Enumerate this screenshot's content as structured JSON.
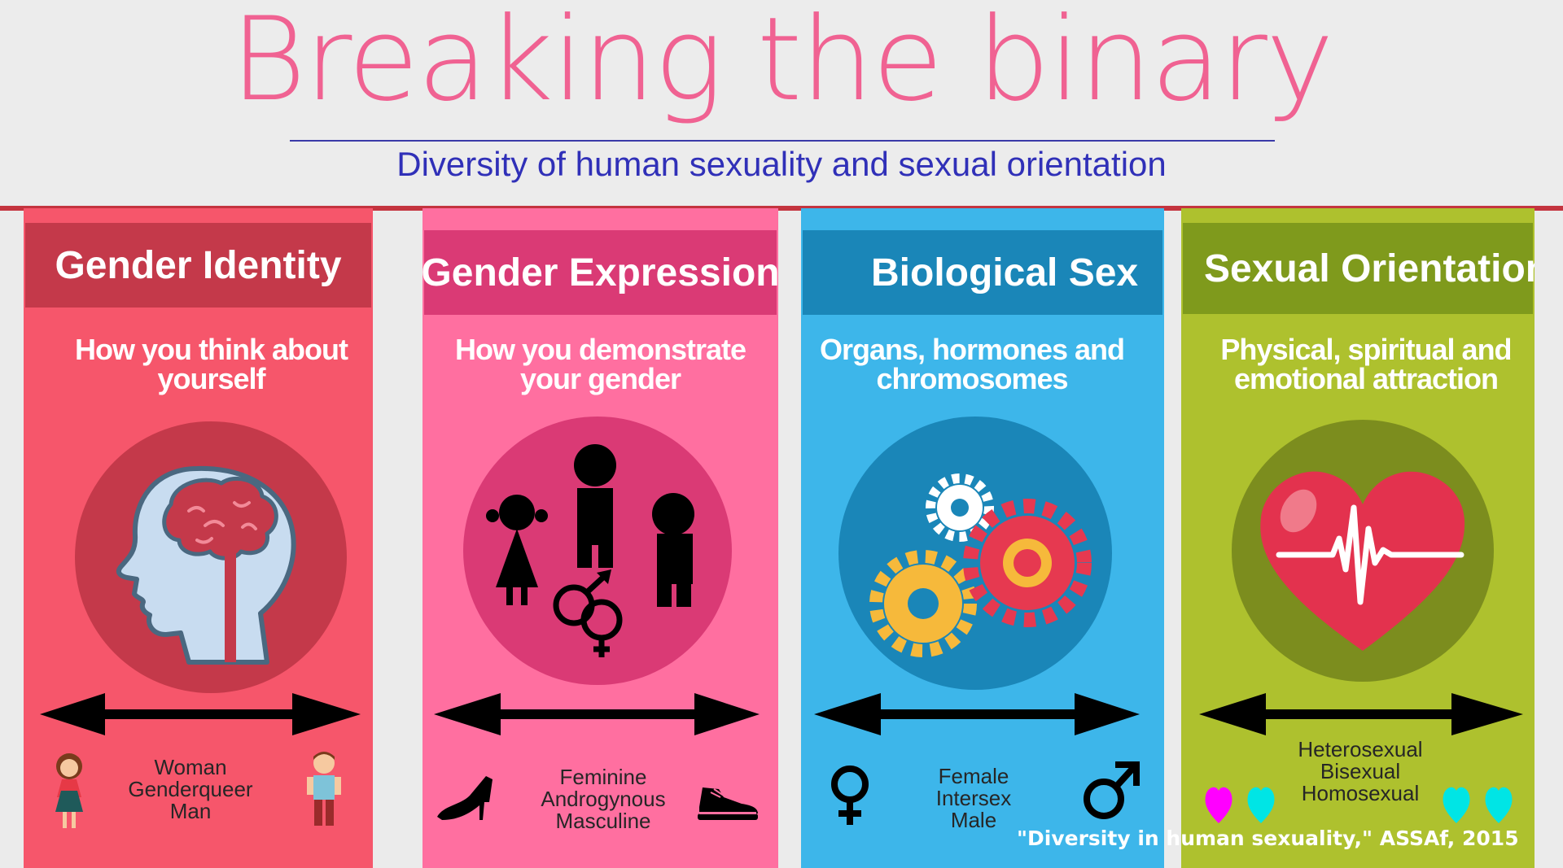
{
  "title": "Breaking the binary",
  "subtitle": "Diversity of human sexuality and sexual orientation",
  "columns": [
    {
      "heading": "Gender Identity",
      "description": "How you think about yourself",
      "icon": "head-brain-icon",
      "spectrum": [
        "Woman",
        "Genderqueer",
        "Man"
      ],
      "left_icon": "girl-icon",
      "right_icon": "boy-icon",
      "colors": {
        "bg": "#f6566b",
        "header": "#c4394a",
        "circle": "#c4394a"
      }
    },
    {
      "heading": "Gender Expression",
      "description": "How you demonstrate your gender",
      "icon": "people-gender-icon",
      "spectrum": [
        "Feminine",
        "Androgynous",
        "Masculine"
      ],
      "left_icon": "high-heel-icon",
      "right_icon": "sneaker-icon",
      "colors": {
        "bg": "#ff6fa0",
        "header": "#da3a75",
        "circle": "#da3a75"
      }
    },
    {
      "heading": "Biological Sex",
      "description": "Organs, hormones and chromosomes",
      "icon": "gears-icon",
      "spectrum": [
        "Female",
        "Intersex",
        "Male"
      ],
      "left_icon": "female-symbol-icon",
      "right_icon": "male-symbol-icon",
      "colors": {
        "bg": "#3db6ea",
        "header": "#1a86b8",
        "circle": "#1a86b8"
      }
    },
    {
      "heading": "Sexual Orientation",
      "description": "Physical, spiritual and emotional attraction",
      "icon": "heart-heartbeat-icon",
      "spectrum": [
        "Heterosexual",
        "Bisexual",
        "Homosexual"
      ],
      "left_icon": "hearts-magenta-cyan-icon",
      "right_icon": "hearts-cyan-icon",
      "colors": {
        "bg": "#aec12e",
        "header": "#7f9a1c",
        "circle": "#7c8d1e"
      }
    }
  ],
  "citation": "\"Diversity in human sexuality,\" ASSAf, 2015"
}
